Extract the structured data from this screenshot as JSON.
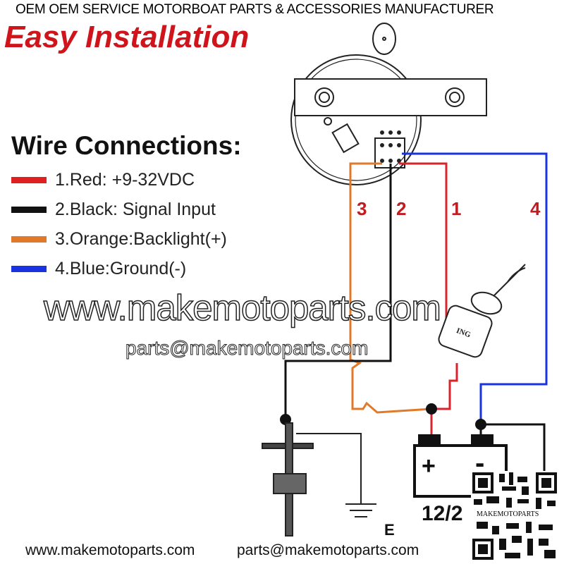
{
  "header": {
    "banner": "OEM OEM SERVICE MOTORBOAT PARTS & ACCESSORIES MANUFACTURER",
    "title": "Easy Installation"
  },
  "legend": {
    "heading": "Wire Connections:",
    "items": [
      {
        "label": "1.Red: +9-32VDC",
        "color": "#e02020"
      },
      {
        "label": "2.Black: Signal Input",
        "color": "#111111"
      },
      {
        "label": "3.Orange:Backlight(+)",
        "color": "#e07a2a"
      },
      {
        "label": "4.Blue:Ground(-)",
        "color": "#1a33e0"
      }
    ]
  },
  "diagram": {
    "wire_numbers": [
      "3",
      "2",
      "1",
      "4"
    ],
    "switch_label": "ING",
    "battery_plus": "+",
    "battery_minus": "-",
    "battery_voltage": "12/2",
    "ground_label": "E"
  },
  "watermark": {
    "site": "www.makemotoparts.com",
    "email": "parts@makemotoparts.com"
  },
  "footer": {
    "site": "www.makemotoparts.com",
    "email": "parts@makemotoparts.com"
  },
  "qr": {
    "label": "MAKEMOTOPARTS"
  }
}
